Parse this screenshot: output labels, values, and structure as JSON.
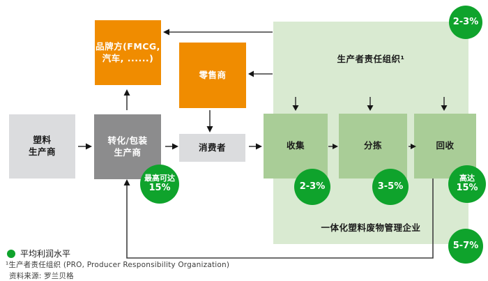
{
  "boxes": {
    "plastic_producer": {
      "l1": "塑料",
      "l2": "生产商"
    },
    "converter": {
      "l1": "转化/包装",
      "l2": "生产商"
    },
    "brand": {
      "l1": "品牌方(FMCG,",
      "l2": "汽车, ......)"
    },
    "retailer": {
      "label": "零售商"
    },
    "consumer": {
      "label": "消费者"
    },
    "pro": {
      "label": "生产者责任组织¹"
    },
    "collection": {
      "label": "收集"
    },
    "sorting": {
      "label": "分拣"
    },
    "recycling": {
      "label": "回收"
    },
    "integrated_waste_mgmt": {
      "label": "一体化塑料废物管理企业"
    }
  },
  "margin_badges": {
    "pro": "2-3%",
    "converter_l1": "最高可达",
    "converter_l2": "15%",
    "collection": "2-3%",
    "sorting": "3-5%",
    "recycling_l1": "高达",
    "recycling_l2": "15%",
    "integrated": "5-7%"
  },
  "legend": {
    "label": "平均利润水平"
  },
  "footnote": "¹生产者责任组织 (PRO, Producer Responsibility Organization)",
  "source": "资料来源: 罗兰贝格",
  "colors": {
    "orange": "#f08c00",
    "dark_gray": "#8c8c8d",
    "light_gray": "#dbdcde",
    "pale_green": "#d9ead1",
    "medium_green": "#a9cd97",
    "bright_green": "#0fa32c"
  }
}
